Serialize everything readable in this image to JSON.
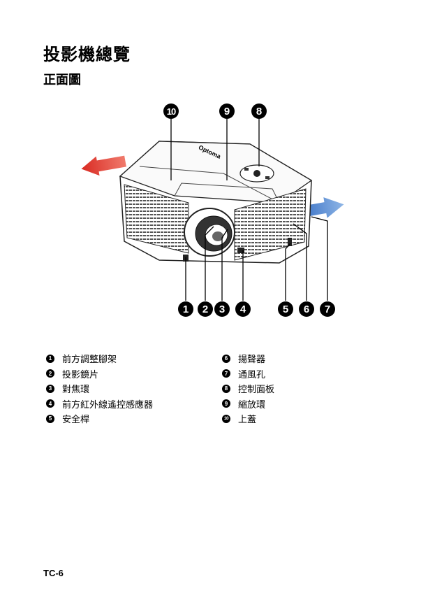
{
  "page": {
    "title": "投影機總覽",
    "subtitle": "正面圖",
    "footer": "TC-6"
  },
  "diagram": {
    "callouts": [
      "1",
      "2",
      "3",
      "4",
      "5",
      "6",
      "7",
      "8",
      "9",
      "10"
    ],
    "brand_logo_text": "Optoma",
    "arrow_colors": {
      "exhaust": "#e8322a",
      "intake": "#4a86d0"
    }
  },
  "legend": {
    "left": [
      {
        "num": "1",
        "label": "前方調整腳架"
      },
      {
        "num": "2",
        "label": "投影鏡片"
      },
      {
        "num": "3",
        "label": "對焦環"
      },
      {
        "num": "4",
        "label": "前方紅外線遙控感應器"
      },
      {
        "num": "5",
        "label": "安全桿"
      }
    ],
    "right": [
      {
        "num": "6",
        "label": "揚聲器"
      },
      {
        "num": "7",
        "label": "通風孔"
      },
      {
        "num": "8",
        "label": "控制面板"
      },
      {
        "num": "9",
        "label": "縮放環"
      },
      {
        "num": "10",
        "label": "上蓋"
      }
    ]
  }
}
